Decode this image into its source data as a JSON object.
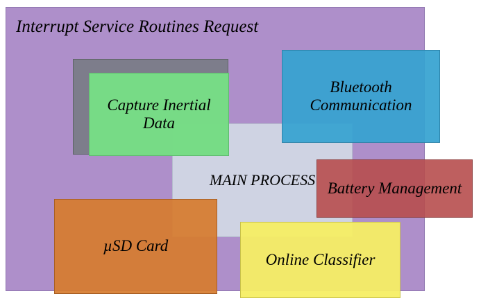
{
  "diagram": {
    "title_block": "Interrupt Service Routines Request",
    "boxes": [
      {
        "id": "isr",
        "label": "Interrupt Service Routines Request",
        "color": "#a786c5"
      },
      {
        "id": "capture",
        "label": "Capture Inertial Data",
        "color": "#76e285"
      },
      {
        "id": "bluetooth",
        "label": "Bluetooth Communication",
        "color": "#36a3d1"
      },
      {
        "id": "main",
        "label": "MAIN PROCESS",
        "color": "#d2d8e5"
      },
      {
        "id": "battery",
        "label": "Battery Management",
        "color": "#b74e4e"
      },
      {
        "id": "sd",
        "label": "µSD Card",
        "color": "#d67c2f"
      },
      {
        "id": "classifier",
        "label": "Online Classifier",
        "color": "#f5ee64"
      }
    ]
  }
}
